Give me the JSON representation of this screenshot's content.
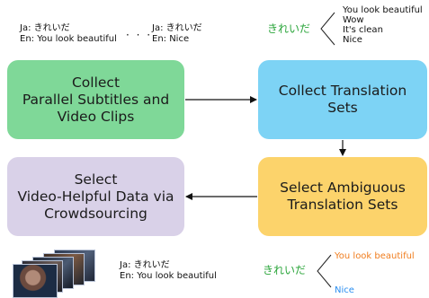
{
  "top_samples": {
    "left": {
      "ja": "Ja: きれいだ",
      "en": "En: You look beautiful"
    },
    "ellipsis": "· · ·",
    "right": {
      "ja": "Ja: きれいだ",
      "en": "En: Nice"
    }
  },
  "translation_set": {
    "source": "きれいだ",
    "translations": [
      "You look beautiful",
      "Wow",
      "It's clean",
      "Nice"
    ]
  },
  "boxes": {
    "collect_parallel": "Collect\nParallel Subtitles and\nVideo Clips",
    "collect_sets": "Collect Translation\nSets",
    "select_video_helpful": "Select\nVideo-Helpful Data via\nCrowdsourcing",
    "select_ambiguous": "Select Ambiguous\nTranslation Sets"
  },
  "bottom_sample": {
    "ja": "Ja: きれいだ",
    "en": "En: You look beautiful"
  },
  "ambiguous_set": {
    "source": "きれいだ",
    "translations": [
      {
        "text": "You look beautiful",
        "color": "#f07d1e"
      },
      {
        "text": "Nice",
        "color": "#2a8ef0"
      }
    ]
  },
  "colors": {
    "green_box": "#7fd898",
    "blue_box": "#7dd3f5",
    "purple_box": "#d9d1e8",
    "yellow_box": "#fcd36b",
    "source_word": "#2aa53a"
  }
}
